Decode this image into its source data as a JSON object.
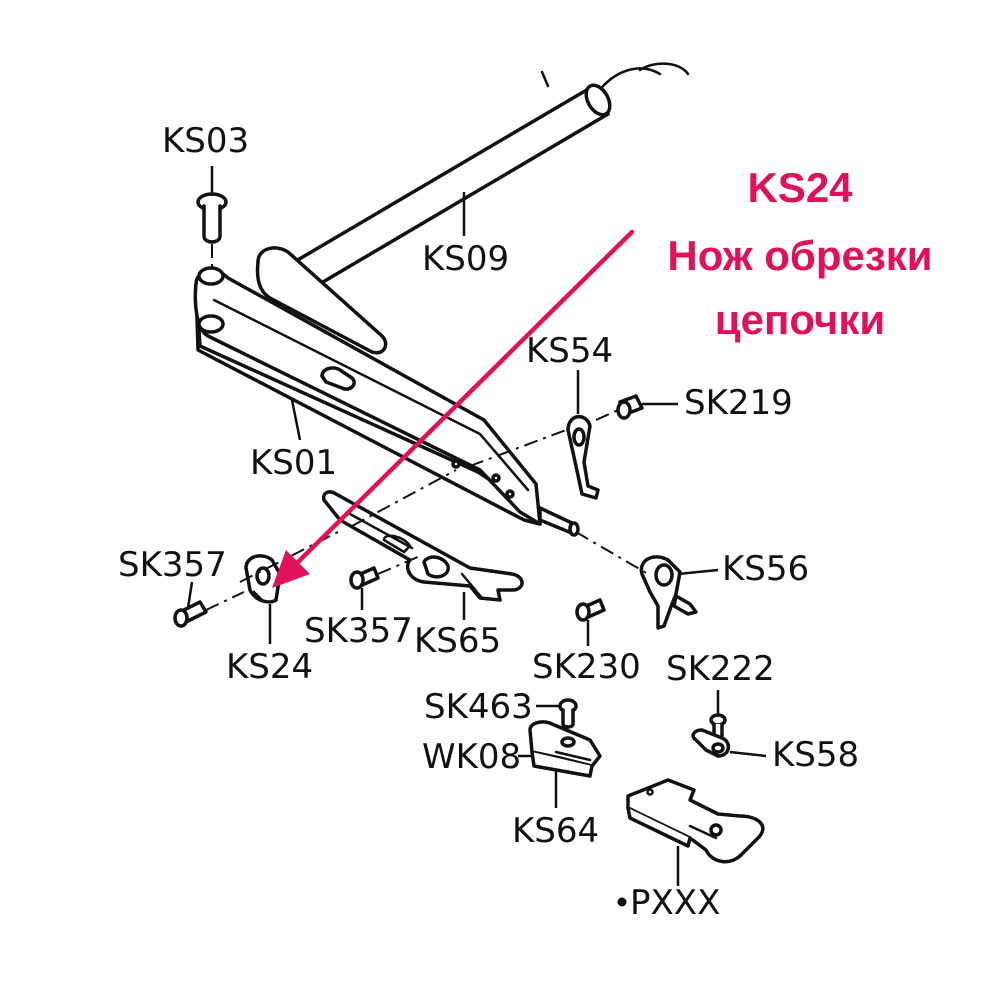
{
  "labels": {
    "ks03": "KS03",
    "ks09": "KS09",
    "ks01": "KS01",
    "ks54": "KS54",
    "sk219": "SK219",
    "sk357_left": "SK357",
    "sk357_mid": "SK357",
    "ks24": "KS24",
    "ks65": "KS65",
    "ks56": "KS56",
    "sk230": "SK230",
    "sk222": "SK222",
    "sk463": "SK463",
    "wk08": "WK08",
    "ks64": "KS64",
    "ks58": "KS58",
    "pxxx": "PXXX"
  },
  "annotation": {
    "code": "KS24",
    "line1": "Нож обрезки",
    "line2": "цепочки"
  },
  "colors": {
    "accent": "#e0105a",
    "ink": "#111111",
    "background": "#ffffff"
  }
}
